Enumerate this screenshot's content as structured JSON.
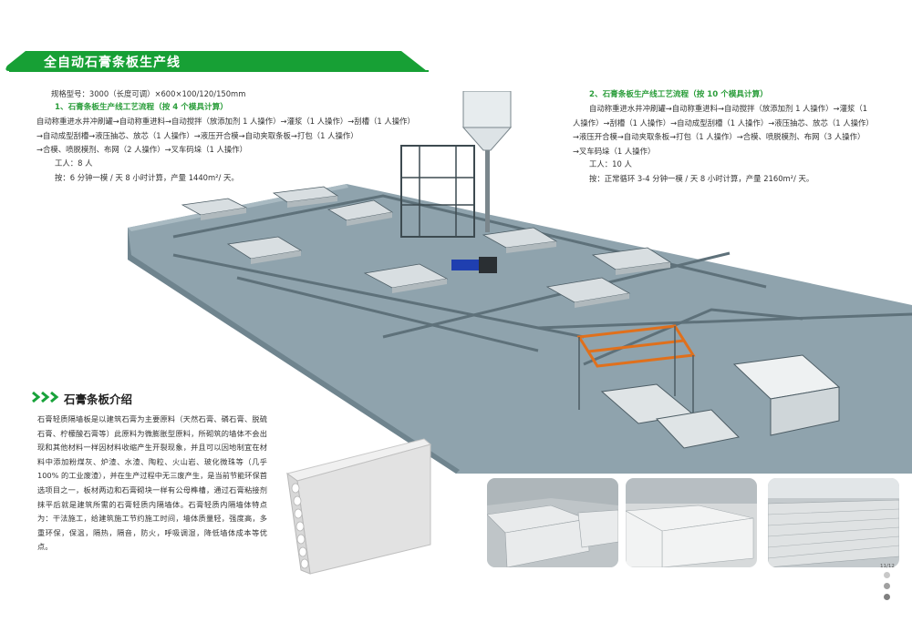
{
  "banner": {
    "title": "全自动石膏条板生产线"
  },
  "spec": {
    "text": "规格型号：3000（长度可调）×600×100/120/150mm"
  },
  "process1": {
    "heading": "1、石膏条板生产线工艺流程（按 4 个模具计算）",
    "lines": [
      "自动称重进水井冲刷罐→自动称重进料→自动搅拌（放添加剂 1 人操作）→灌浆（1 人操作）→刮槽（1 人操作）",
      "→自动成型刮槽→液压抽芯、放芯（1 人操作）→液压开合模→自动夹取条板→打包（1 人操作）",
      "→合模、喷脱模剂、布网（2 人操作）→叉车码垛（1 人操作）"
    ],
    "workers": "工人：8 人",
    "output": "按：6 分钟一模 / 天 8 小时计算，产量 1440m²/ 天。"
  },
  "process2": {
    "heading": "2、石膏条板生产线工艺流程（按 10 个模具计算）",
    "lines": [
      "自动称重进水井冲刷罐→自动称重进料→自动搅拌（放添加剂 1 人操作）→灌浆（1",
      "人操作）→刮槽（1 人操作）→自动成型刮槽（1 人操作）→液压抽芯、放芯（1 人操作）",
      "→液压开合模→自动夹取条板→打包（1 人操作）→合模、喷脱模剂、布网（3 人操作）",
      "→叉车码垛（1 人操作）"
    ],
    "workers": "工人：10 人",
    "output": "按：正常循环 3-4 分钟一模 / 天 8 小时计算，产量 2160m²/ 天。"
  },
  "intro": {
    "title": "石膏条板介绍",
    "body": "石膏轻质隔墙板是以建筑石膏为主要原料（天然石膏、磷石膏、脱硫石膏、柠檬酸石膏等）此原料为微膨胀型原料，所砌筑的墙体不会出现和其他材料一样因材料收缩产生开裂现象，并且可以因地制宜在材料中添加粉煤灰、炉渣、水渣、陶粒、火山岩、玻化微珠等（几乎 100% 的工业废渣），并在生产过程中无三废产生，是当前节能环保首选项目之一，板材两边和石膏砌块一样有公母榫槽，通过石膏粘接剂抹平后就是建筑所需的石膏轻质内隔墙体。石膏轻质内隔墙体特点为：干法施工，给建筑施工节约施工时间，墙体质量轻，强度高，多重环保，保温，隔热，隔音，防火，呼吸调湿，降低墙体成本等优点。"
  },
  "page_number": "11/12",
  "colors": {
    "banner": "#1aa23a",
    "heading": "#2a9d3a",
    "floor": "#8fa3ad",
    "machine": "#b8c0c4",
    "accent_orange": "#e0701c"
  },
  "icons": [
    "double-chevron-icon"
  ]
}
